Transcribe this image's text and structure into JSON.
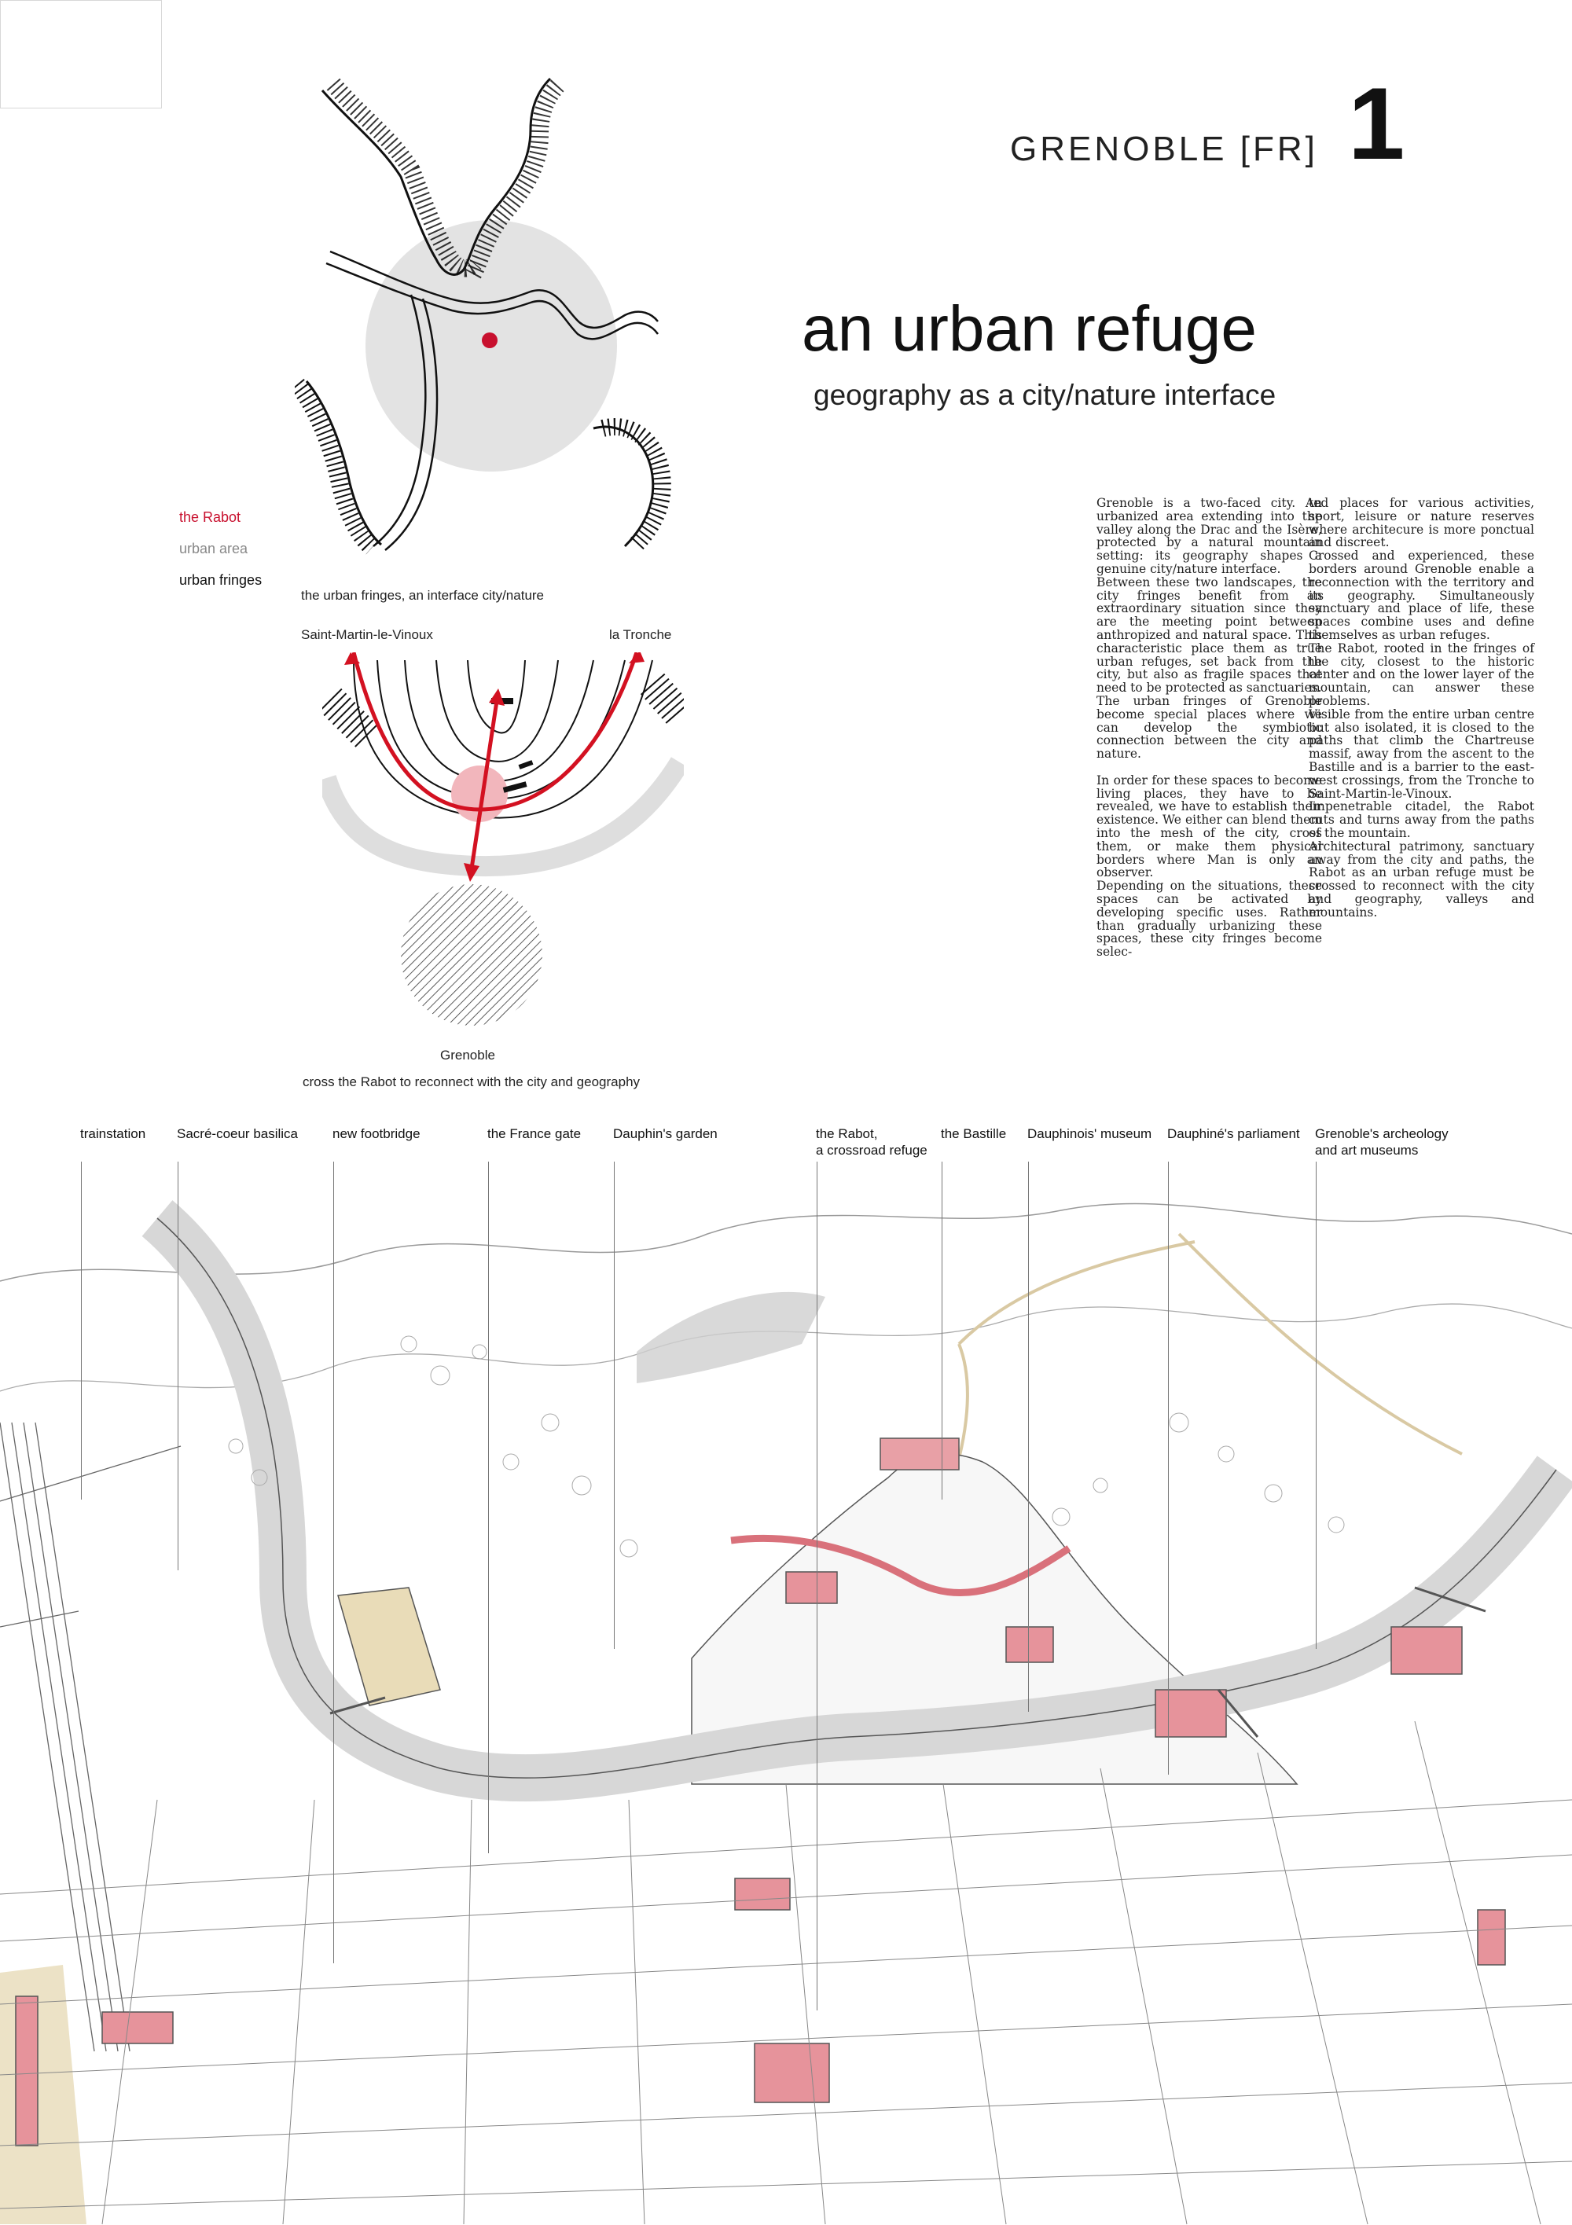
{
  "header": {
    "city": "GRENOBLE [FR]",
    "number": "1",
    "title": "an urban refuge",
    "subtitle": "geography as a city/nature interface"
  },
  "legend": {
    "items": [
      {
        "label": "the Rabot",
        "color": "#c8102e"
      },
      {
        "label": "urban area",
        "color": "#888888"
      },
      {
        "label": "urban fringes",
        "color": "#111111"
      }
    ]
  },
  "diagram1": {
    "caption": "the urban fringes, an interface city/nature"
  },
  "diagram2": {
    "label_left": "Saint-Martin-le-Vinoux",
    "label_right": "la Tronche",
    "label_bottom": "Grenoble",
    "caption": "cross the Rabot to reconnect with the city and geography"
  },
  "text": {
    "column1": "Grenoble is a two-faced city. An urbanized area extending into the valley along the Drac and the Isère, protected by a natural mountain setting: its geography shapes a genuine city/nature interface.\nBetween these two landscapes, the city fringes benefit from an extraordinary situation since they are the meeting point between anthropized and natural space. This characteristic place them as true urban refuges, set back from the city, but also as fragile spaces that need to be protected as sanctuaries.\nThe urban fringes of Grenoble become special places where we can develop the symbiotic connection between the city and nature.\n\nIn order for these spaces to become living places, they have to be revealed, we have to establish their existence. We either can blend them into the mesh of the city, cross them, or make them physical borders where Man is only an observer.\nDepending on the situations, these spaces can be activated by developing specific uses. Rather than gradually urbanizing these spaces, these city fringes become selec-",
    "column2": "ted places for various activities, sport, leisure or nature reserves where architecure is more ponctual and discreet.\nCrossed and experienced, these borders around Grenoble enable a reconnection with the territory and its geography. Simultaneously sanctuary and place of life, these spaces combine uses and define themselves as urban refuges.\nThe Rabot, rooted in the fringes of the city, closest to the historic center and on the lower layer of the mountain, can answer these problems.\nVisible from the entire urban centre but also isolated, it is closed to the paths that climb the Chartreuse massif, away from the ascent to the Bastille and is a barrier to the east-west crossings, from the Tronche to Saint-Martin-le-Vinoux. Impenetrable citadel, the Rabot cuts and turns away from the paths of the mountain.\nArchitectural patrimony, sanctuary away from the city and paths, the Rabot as an urban refuge must be crossed to reconnect with the city and geography, valleys and mountains."
  },
  "panorama": {
    "labels": [
      "trainstation",
      "Sacré-coeur basilica",
      "new footbridge",
      "the France gate",
      "Dauphin's garden",
      "the Rabot,\na crossroad refuge",
      "the Bastille",
      "Dauphinois' museum",
      "Dauphiné's parliament",
      "Grenoble's archeology\nand art museums"
    ]
  }
}
